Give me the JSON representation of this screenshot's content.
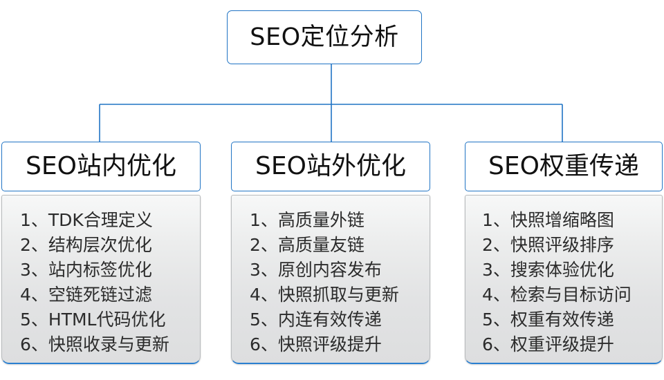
{
  "diagram": {
    "title": "SEO定位分析",
    "accent_color": "#1f73c4",
    "panel_border_color": "#b9bcbe",
    "panel_accent_color": "#2a7fd0",
    "text_color": "#2b2b2b",
    "root": {
      "label": "SEO定位分析"
    },
    "columns": [
      {
        "header": "SEO站内优化",
        "items": [
          {
            "index": "1、",
            "text": "TDK合理定义"
          },
          {
            "index": "2、",
            "text": "结构层次优化"
          },
          {
            "index": "3、",
            "text": "站内标签优化"
          },
          {
            "index": "4、",
            "text": "空链死链过滤"
          },
          {
            "index": "5、",
            "text": "HTML代码优化"
          },
          {
            "index": "6、",
            "text": "快照收录与更新"
          }
        ]
      },
      {
        "header": "SEO站外优化",
        "items": [
          {
            "index": "1、",
            "text": "高质量外链"
          },
          {
            "index": "2、",
            "text": "高质量友链"
          },
          {
            "index": "3、",
            "text": "原创内容发布"
          },
          {
            "index": "4、",
            "text": "快照抓取与更新"
          },
          {
            "index": "5、",
            "text": "内连有效传递"
          },
          {
            "index": "6、",
            "text": "快照评级提升"
          }
        ]
      },
      {
        "header": "SEO权重传递",
        "items": [
          {
            "index": "1、",
            "text": "快照增缩略图"
          },
          {
            "index": "2、",
            "text": "快照评级排序"
          },
          {
            "index": "3、",
            "text": "搜索体验优化"
          },
          {
            "index": "4、",
            "text": "检索与目标访问"
          },
          {
            "index": "5、",
            "text": "权重有效传递"
          },
          {
            "index": "6、",
            "text": "权重评级提升"
          }
        ]
      }
    ]
  }
}
